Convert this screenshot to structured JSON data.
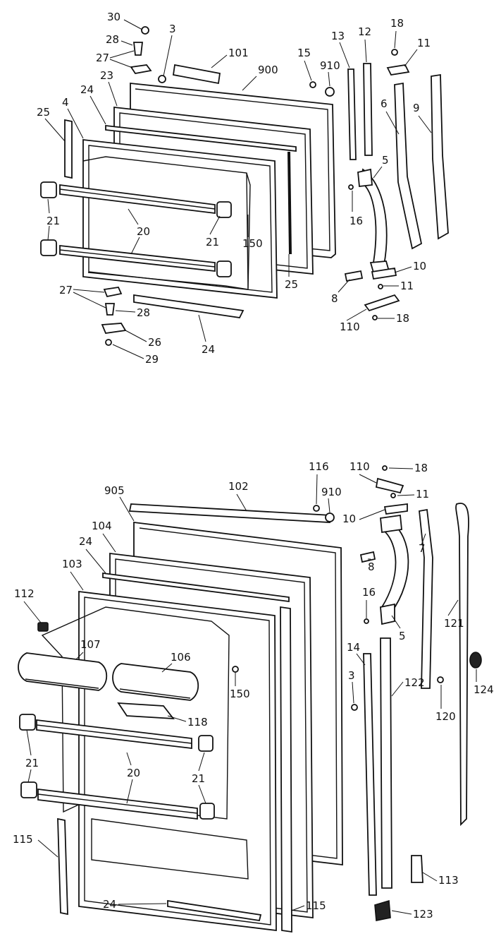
{
  "upper_door": {
    "labels": [
      "30",
      "28",
      "3",
      "101",
      "27",
      "23",
      "24",
      "4",
      "25",
      "21",
      "20",
      "150",
      "25",
      "27",
      "28",
      "24",
      "26",
      "29",
      "900",
      "910",
      "15",
      "13",
      "12",
      "18",
      "11",
      "6",
      "9",
      "5",
      "16",
      "8",
      "10",
      "11",
      "110",
      "18",
      "21"
    ]
  },
  "lower_door": {
    "labels": [
      "116",
      "110",
      "18",
      "910",
      "11",
      "102",
      "905",
      "104",
      "24",
      "103",
      "112",
      "10",
      "8",
      "7",
      "16",
      "107",
      "106",
      "150",
      "5",
      "14",
      "3",
      "122",
      "121",
      "124",
      "120",
      "118",
      "21",
      "20",
      "21",
      "115",
      "113",
      "24",
      "115",
      "123"
    ]
  }
}
